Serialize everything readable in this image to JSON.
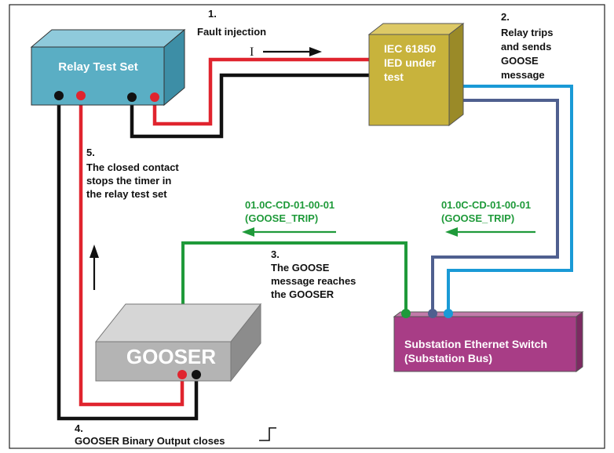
{
  "devices": {
    "relay_test_set": "Relay Test Set",
    "ied": [
      "IEC 61850",
      "IED under",
      "test"
    ],
    "gooser": "GOOSER",
    "switch": [
      "Substation Ethernet Switch",
      "(Substation Bus)"
    ]
  },
  "steps": {
    "s1": {
      "num": "1.",
      "lines": [
        "Fault injection"
      ]
    },
    "s2": {
      "num": "2.",
      "lines": [
        "Relay trips",
        "and sends",
        "GOOSE",
        "message"
      ]
    },
    "s3": {
      "num": "3.",
      "lines": [
        "The GOOSE",
        "message reaches",
        "the GOOSER"
      ]
    },
    "s4": {
      "num": "4.",
      "lines": [
        "GOOSER Binary Output closes"
      ]
    },
    "s5": {
      "num": "5.",
      "lines": [
        "The closed contact",
        "stops the timer in",
        "the relay test set"
      ]
    }
  },
  "goose_messages": {
    "left": [
      "01.0C-CD-01-00-01",
      "(GOOSE_TRIP)"
    ],
    "right": [
      "01.0C-CD-01-00-01",
      "(GOOSE_TRIP)"
    ]
  },
  "current_symbol": "I",
  "colors": {
    "red_wire": "#e0242e",
    "black_wire": "#111111",
    "green_net": "#1f9a3a",
    "blue_net": "#1a9ad6",
    "slate_net": "#4f5f8f",
    "relay_box": "#5aaec4",
    "ied_box": "#c8b33c",
    "gooser_box": "#b4b4b4",
    "switch_box": "#a83d86"
  }
}
